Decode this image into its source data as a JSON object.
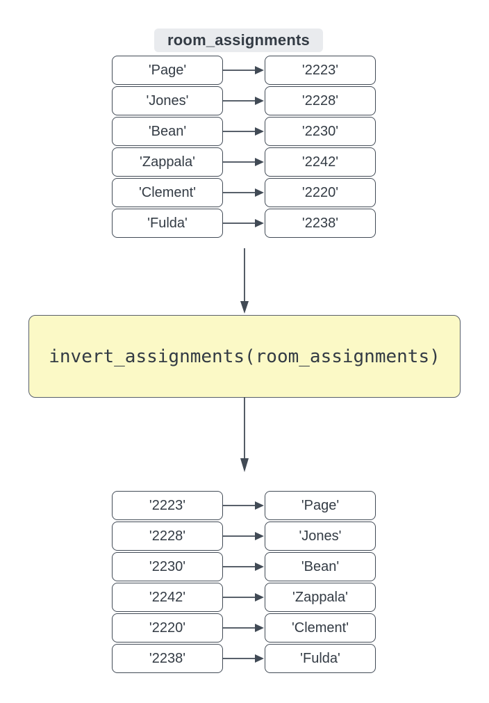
{
  "diagram": {
    "title": "room_assignments",
    "function_call": "invert_assignments(room_assignments)",
    "top_map": {
      "rows": [
        {
          "key": "'Page'",
          "value": "'2223'"
        },
        {
          "key": "'Jones'",
          "value": "'2228'"
        },
        {
          "key": "'Bean'",
          "value": "'2230'"
        },
        {
          "key": "'Zappala'",
          "value": "'2242'"
        },
        {
          "key": "'Clement'",
          "value": "'2220'"
        },
        {
          "key": "'Fulda'",
          "value": "'2238'"
        }
      ]
    },
    "bottom_map": {
      "rows": [
        {
          "key": "'2223'",
          "value": "'Page'"
        },
        {
          "key": "'2228'",
          "value": "'Jones'"
        },
        {
          "key": "'2230'",
          "value": "'Bean'"
        },
        {
          "key": "'2242'",
          "value": "'Zappala'"
        },
        {
          "key": "'2220'",
          "value": "'Clement'"
        },
        {
          "key": "'2238'",
          "value": "'Fulda'"
        }
      ]
    },
    "icons": {
      "map_arrow": "arrow-right-icon",
      "flow_arrow": "arrow-down-icon"
    },
    "colors": {
      "stroke": "#414a55",
      "text": "#333b44",
      "box_fill": "#ffffff",
      "function_box_fill": "#fbf9c6",
      "function_box_border": "#575e6a",
      "label_bg": "#e9ebee",
      "background": "#ffffff"
    }
  }
}
